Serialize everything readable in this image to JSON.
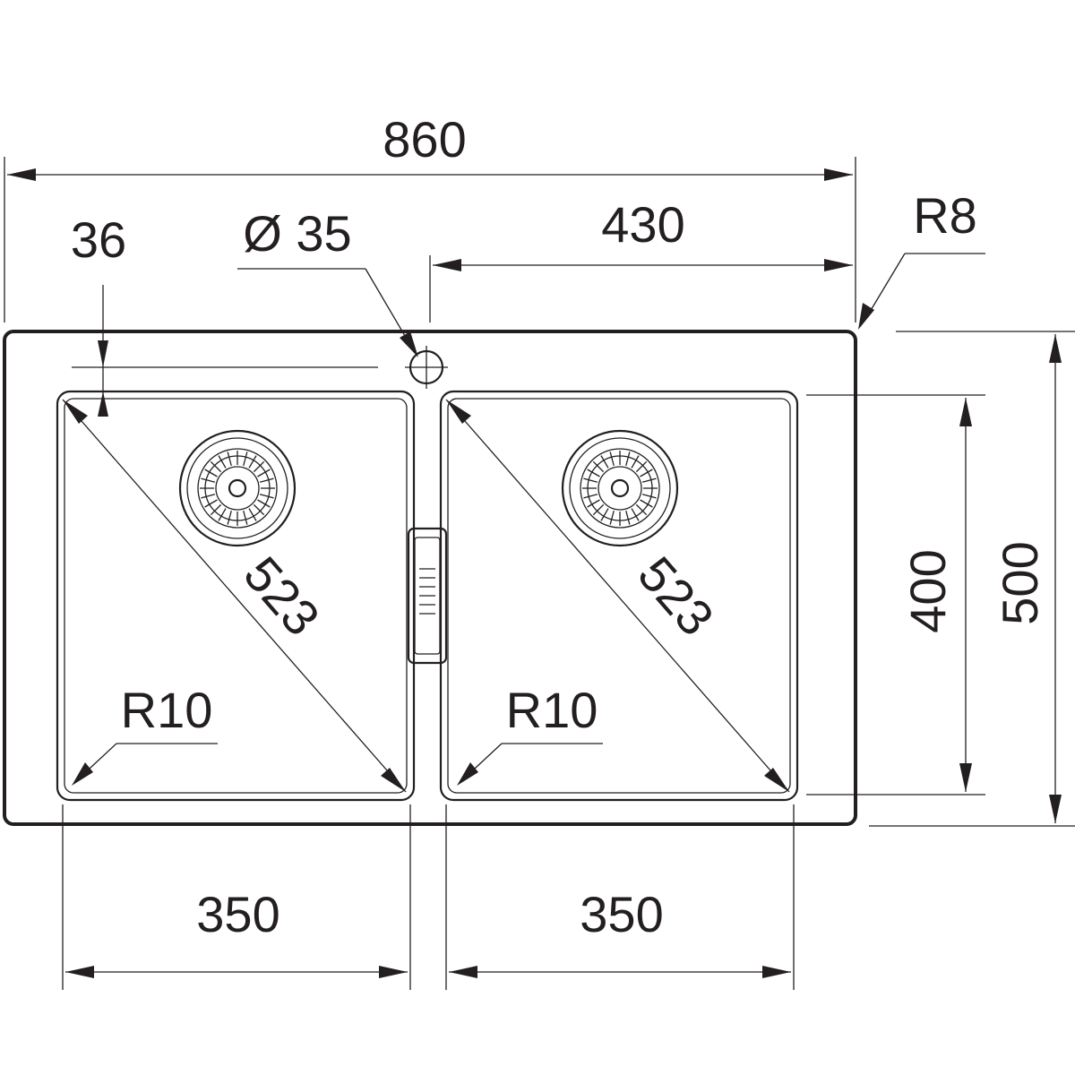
{
  "dimensions": {
    "overall_width": "860",
    "overall_depth": "500",
    "bowl_depth": "400",
    "right_offset": "430",
    "edge_offset": "36",
    "tap_hole": "Ø 35",
    "outer_radius": "R8",
    "left_bowl_width": "350",
    "right_bowl_width": "350",
    "left_bowl_diagonal": "523",
    "right_bowl_diagonal": "523",
    "left_bowl_radius": "R10",
    "right_bowl_radius": "R10"
  },
  "colors": {
    "line": "#231f20",
    "background": "#ffffff"
  }
}
